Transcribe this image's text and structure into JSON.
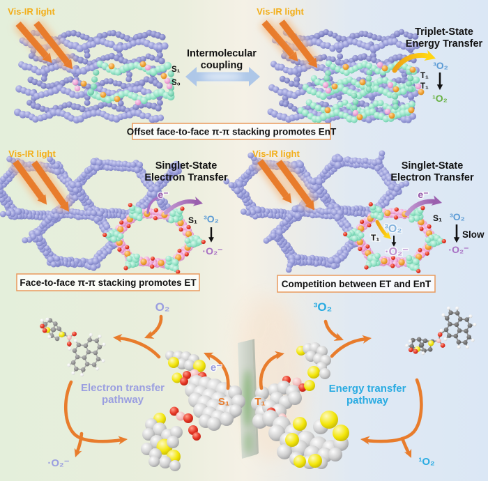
{
  "figure": {
    "type": "scientific-schematic",
    "topic": "Offset vs face-to-face pi-pi stacking in COF photocatalysis: energy transfer (EnT) vs electron transfer (ET) pathways"
  },
  "colors": {
    "background_left": "#e4efdb",
    "background_mid": "#f5f1e6",
    "background_right": "#dbe7f5",
    "gold_text": "#f3ae19",
    "arrow_orange": "#e87c2c",
    "arrow_orange_glow": "#f5bc86",
    "caption_border": "#e9995c",
    "purple_sphere": "#9296d5",
    "teal_sphere": "#93e2c6",
    "pink_sphere": "#eea6d8",
    "orange_atom": "#f0a132",
    "red_atom": "#e53322",
    "yellow_atom": "#f3e60a",
    "gray_atom": "#d7d7d7",
    "boron_pink": "#f3bfbf",
    "cyan_text": "#29abe2",
    "steel_blue_text": "#5b9bd5",
    "green_text": "#68b244",
    "violet_text": "#9a9ee0",
    "purple_text": "#a76fc3",
    "electron_purple": "#9556a8",
    "purple_arrow": "#a873c4",
    "yellow_arrow": "#ffd512",
    "coupling_arrow_blue": "#aec7e8",
    "black_text": "#111111"
  },
  "panels": {
    "top_left": {
      "light_label": "Vis-IR light",
      "s1": "S₁",
      "s0": "S₀"
    },
    "coupling": {
      "line1": "Intermolecular",
      "line2": "coupling"
    },
    "top_right": {
      "light_label": "Vis-IR light",
      "title_line1": "Triplet-State",
      "title_line2": "Energy Transfer",
      "t1_upper": "T₁",
      "t1_lower": "T₁",
      "triplet_oxygen": "³O₂",
      "singlet_oxygen": "¹O₂"
    },
    "caption_top": "Offset face-to-face π-π stacking promotes EnT",
    "mid_left": {
      "light_label": "Vis-IR light",
      "title_line1": "Singlet-State",
      "title_line2": "Electron Transfer",
      "electron": "e⁻",
      "s1": "S₁",
      "triplet_oxygen": "³O₂",
      "superoxide": "·O₂⁻"
    },
    "caption_mid_left": "Face-to-face π-π stacking promotes ET",
    "mid_right": {
      "light_label": "Vis-IR light",
      "title_line1": "Singlet-State",
      "title_line2": "Electron Transfer",
      "electron": "e⁻",
      "t1_inner": "T₁",
      "triplet_oxygen_inner": "³O₂",
      "superoxide_inner": "·O₂⁻",
      "s1": "S₁",
      "triplet_oxygen": "³O₂",
      "slow": "Slow",
      "superoxide": "·O₂⁻"
    },
    "caption_mid_right": "Competition between ET and EnT",
    "bottom_left": {
      "oxygen": "O₂",
      "superoxide": "·O₂⁻",
      "pathway_line1": "Electron  transfer",
      "pathway_line2": "pathway",
      "electron": "e⁻",
      "s1": "S₁"
    },
    "bottom_right": {
      "triplet_oxygen": "³O₂",
      "singlet_oxygen": "¹O₂",
      "pathway_line1": "Energy transfer",
      "pathway_line2": "pathway",
      "t1": "T₁"
    }
  }
}
